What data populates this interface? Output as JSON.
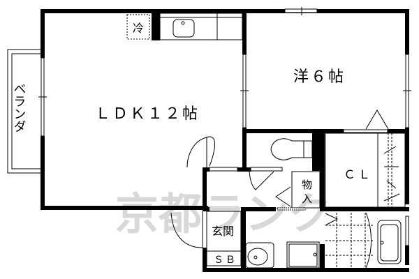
{
  "floorplan": {
    "rooms": {
      "ldk": {
        "label": "ＬＤＫ１２帖"
      },
      "western": {
        "label": "洋６帖"
      },
      "closet": {
        "label": "ＣＬ"
      },
      "storage": {
        "label": "物入"
      },
      "entrance": {
        "label": "玄関"
      },
      "shoebox": {
        "label": "ＳＢ"
      },
      "fridge": {
        "label": "冷"
      },
      "veranda": {
        "label": "ベランダ"
      }
    },
    "watermark": "京都ランク",
    "colors": {
      "wall": "#000000",
      "background": "#ffffff",
      "watermark": "#d8d8d8"
    }
  }
}
